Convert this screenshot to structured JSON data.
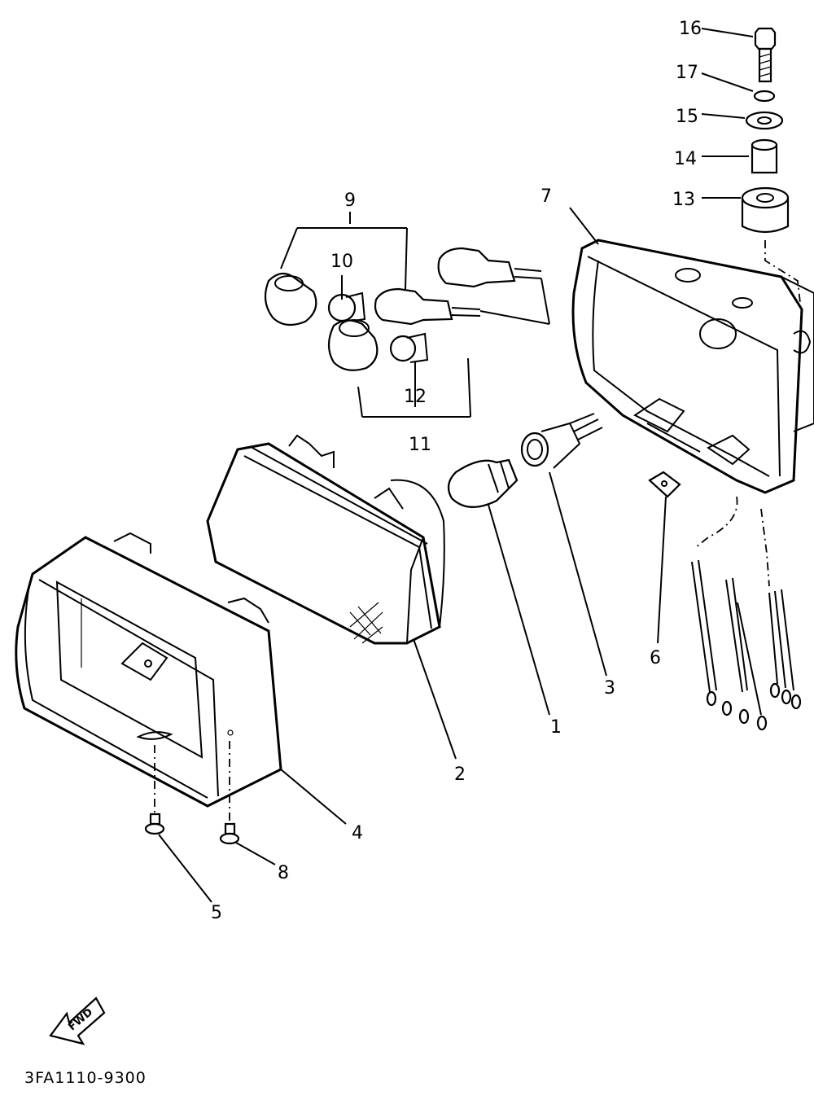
{
  "diagram": {
    "part_labels": [
      "1",
      "2",
      "3",
      "4",
      "5",
      "6",
      "7",
      "8",
      "9",
      "10",
      "11",
      "12",
      "13",
      "14",
      "15",
      "16",
      "17"
    ],
    "drawing_code": "3FA1110-9300",
    "fwd_marker": "FWD"
  }
}
